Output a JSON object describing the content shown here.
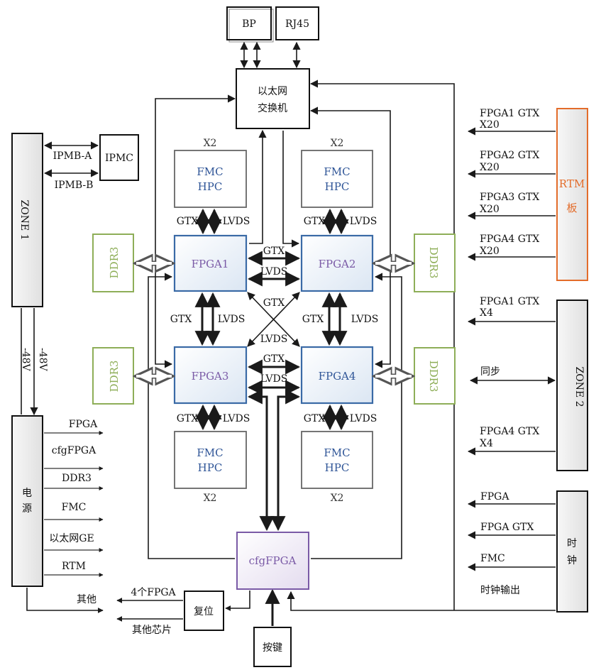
{
  "blocks": {
    "bp": "BP",
    "rj45": "RJ45",
    "switch_line1": "以太网",
    "switch_line2": "交换机",
    "ipmc": "IPMC",
    "zone1": "ZONE 1",
    "zone2": "ZONE 2",
    "power": [
      "电",
      "源"
    ],
    "clock": [
      "时",
      "钟"
    ],
    "rtm": [
      "RTM",
      "板"
    ],
    "fpga1": "FPGA1",
    "fpga2": "FPGA2",
    "fpga3": "FPGA3",
    "fpga4": "FPGA4",
    "cfgfpga": "cfgFPGA",
    "reset": "复位",
    "button": "按键",
    "fmc_line1": "FMC",
    "fmc_line2": "HPC",
    "fmc_multiplier": "X2",
    "ddr3": "DDR3"
  },
  "links": {
    "gtx": "GTX",
    "lvds": "LVDS",
    "ipmb_a": "IPMB-A",
    "ipmb_b": "IPMB-B",
    "minus48v": "-48V"
  },
  "power_outputs": [
    "FPGA",
    "cfgFPGA",
    "DDR3",
    "FMC",
    "以太网GE",
    "RTM"
  ],
  "other_outputs": {
    "others": "其他",
    "four_fpga": "4个FPGA",
    "other_chips": "其他芯片"
  },
  "rtm_inputs": [
    {
      "line1": "FPGA1 GTX",
      "line2": "X20"
    },
    {
      "line1": "FPGA2 GTX",
      "line2": "X20"
    },
    {
      "line1": "FPGA3 GTX",
      "line2": "X20"
    },
    {
      "line1": "FPGA4 GTX",
      "line2": "X20"
    }
  ],
  "zone2_inputs": [
    {
      "line1": "FPGA1 GTX",
      "line2": "X4"
    },
    {
      "line1": "同步",
      "line2": ""
    },
    {
      "line1": "FPGA4 GTX",
      "line2": "X4"
    }
  ],
  "clock_inputs": [
    "FPGA",
    "FPGA GTX",
    "FMC",
    "时钟输出"
  ],
  "colors": {
    "fpga_border": "#3a6aa6",
    "fpga_fill": "#e9f0f8",
    "cfg_border": "#7a5aa6",
    "ddr_border": "#8eae58",
    "rtm_border": "#e36c2a",
    "fmc_border": "#666666"
  }
}
